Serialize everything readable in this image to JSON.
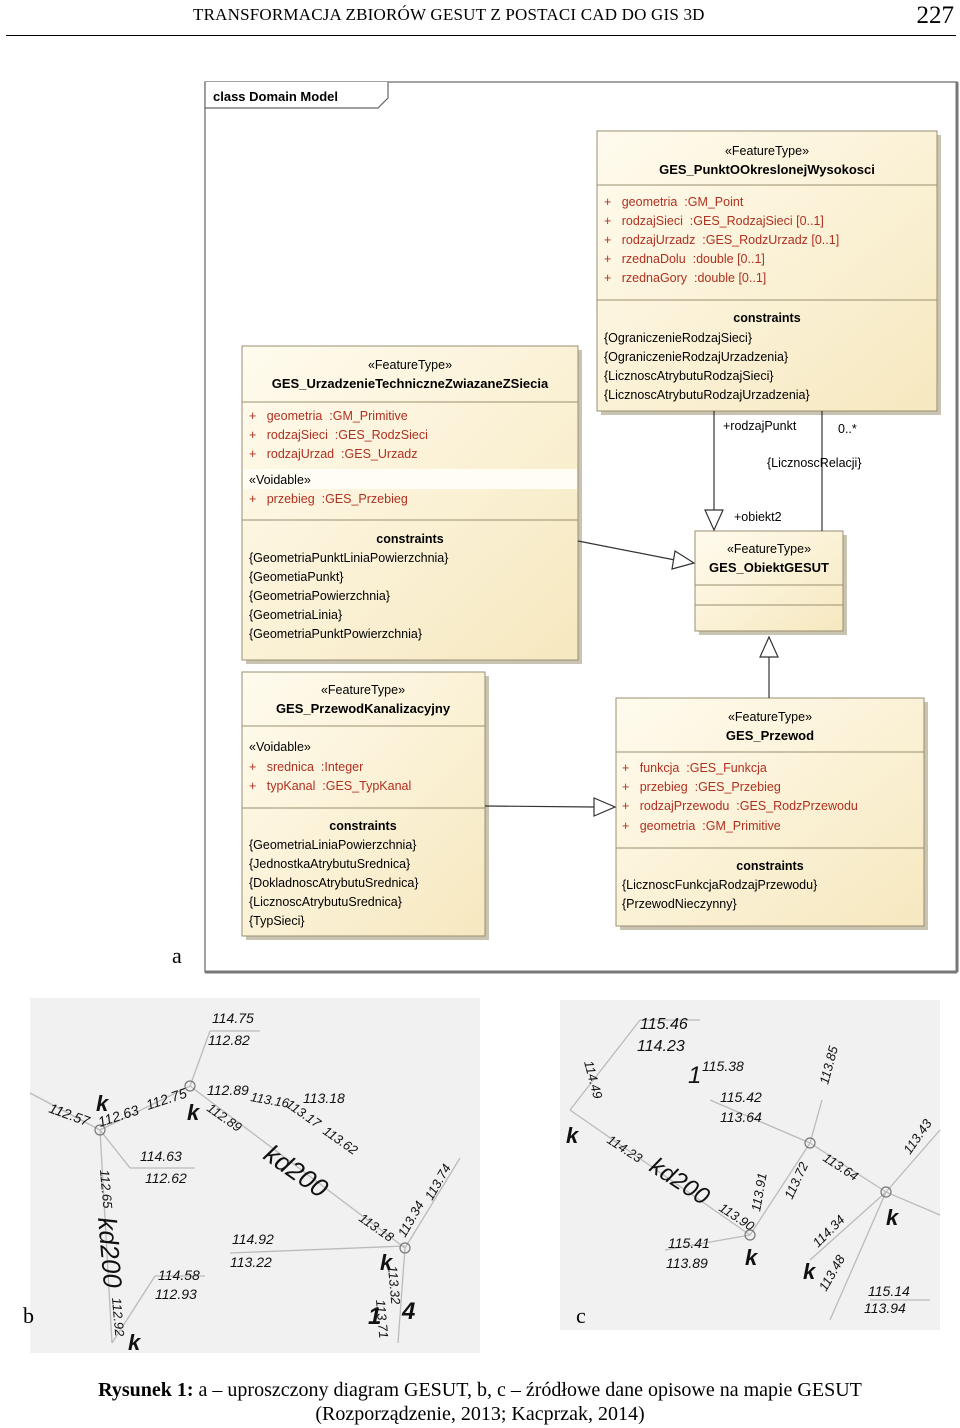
{
  "header": {
    "running_title": "TRANSFORMACJA ZBIORÓW GESUT Z POSTACI CAD DO GIS 3D",
    "page_number": "227"
  },
  "panel_labels": {
    "a": "a",
    "b": "b",
    "c": "c"
  },
  "uml": {
    "frame_title": "class Domain Model",
    "classes": {
      "punkt": {
        "stereotype": "«FeatureType»",
        "name": "GES_PunktOOkreslonejWysokosci",
        "attributes": [
          "+   geometria  :GM_Point",
          "+   rodzajSieci  :GES_RodzajSieci [0..1]",
          "+   rodzajUrzadz  :GES_RodzUrzadz [0..1]",
          "+   rzednaDolu  :double [0..1]",
          "+   rzednaGory  :double [0..1]"
        ],
        "constraints_title": "constraints",
        "constraints": [
          "{OgraniczenieRodzajSieci}",
          "{OgraniczenieRodzajUrzadzenia}",
          "{LicznoscAtrybutuRodzajSieci}",
          "{LicznoscAtrybutuRodzajUrzadzenia}"
        ]
      },
      "urzadzenie": {
        "stereotype": "«FeatureType»",
        "name": "GES_UrzadzenieTechniczneZwiazaneZSiecia",
        "attributes": [
          "+   geometria  :GM_Primitive",
          "+   rodzajSieci  :GES_RodzSieci",
          "+   rodzajUrzad  :GES_Urzadz"
        ],
        "voidable": "«Voidable»",
        "voidable_attributes": [
          "+   przebieg  :GES_Przebieg"
        ],
        "constraints_title": "constraints",
        "constraints": [
          "{GeometriaPunktLiniaPowierzchnia}",
          "{GeometiaPunkt}",
          "{GeometriaPowierzchnia}",
          "{GeometriaLinia}",
          "{GeometriaPunktPowierzchnia}"
        ]
      },
      "obiekt": {
        "stereotype": "«FeatureType»",
        "name": "GES_ObiektGESUT"
      },
      "kanal": {
        "stereotype": "«FeatureType»",
        "name": "GES_PrzewodKanalizacyjny",
        "voidable": "«Voidable»",
        "voidable_attributes": [
          "+   srednica  :Integer",
          "+   typKanal  :GES_TypKanal"
        ],
        "constraints_title": "constraints",
        "constraints": [
          "{GeometriaLiniaPowierzchnia}",
          "{JednostkaAtrybutuSrednica}",
          "{DokladnoscAtrybutuSrednica}",
          "{LicznoscAtrybutuSrednica}",
          "{TypSieci}"
        ]
      },
      "przewod": {
        "stereotype": "«FeatureType»",
        "name": "GES_Przewod",
        "attributes": [
          "+   funkcja  :GES_Funkcja",
          "+   przebieg  :GES_Przebieg",
          "+   rodzajPrzewodu  :GES_RodzPrzewodu",
          "+   geometria  :GM_Primitive"
        ],
        "constraints_title": "constraints",
        "constraints": [
          "{LicznoscFunkcjaRodzajPrzewodu}",
          "{PrzewodNieczynny}"
        ]
      }
    },
    "association": {
      "role_source": "+rodzajPunkt",
      "multiplicity": "0..*",
      "constraint": "{LicznoscRelacji}",
      "role_target": "+obiekt2"
    }
  },
  "map_b": {
    "labels": [
      "114.75",
      "112.82",
      "112.57",
      "112.63",
      "112.75",
      "112.89",
      "113.16",
      "113.18",
      "112.89",
      "113.17",
      "113.62",
      "114.63",
      "112.62",
      "kd200",
      "112.65",
      "kd200",
      "112.92",
      "114.58",
      "112.93",
      "114.92",
      "113.22",
      "113.18",
      "113.34",
      "113.74",
      "113.32",
      "113.71",
      "1",
      "4",
      "k",
      "k",
      "k",
      "k"
    ]
  },
  "map_c": {
    "labels": [
      "115.46",
      "114.23",
      "1",
      "115.38",
      "114.49",
      "115.42",
      "113.64",
      "113.85",
      "k",
      "114.23",
      "kd200",
      "113.91",
      "113.90",
      "113.72",
      "113.64",
      "113.43",
      "115.41",
      "113.89",
      "k",
      "114.34",
      "113.48",
      "k",
      "115.14",
      "113.94",
      "k"
    ]
  },
  "caption": {
    "label": "Rysunek 1:",
    "line1": "a – uproszczony diagram GESUT, b, c – źródłowe dane opisowe na mapie GESUT",
    "line2": "(Rozporządzenie, 2013;  Kacprzak, 2014)"
  },
  "colors": {
    "class_fill": "#fcf5dc",
    "class_border": "#9a8f70",
    "frame": "#555555"
  }
}
